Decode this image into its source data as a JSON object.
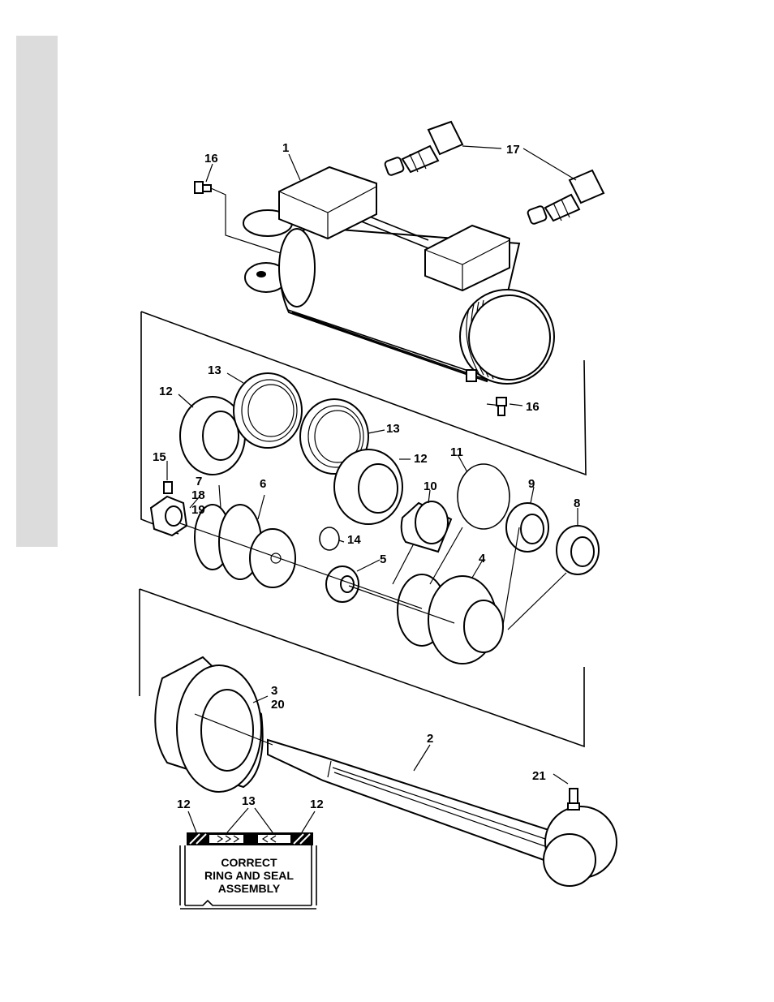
{
  "callouts": {
    "c1": "1",
    "c2": "2",
    "c3": "3",
    "c4": "4",
    "c5": "5",
    "c6": "6",
    "c7": "7",
    "c8": "8",
    "c9": "9",
    "c10": "10",
    "c11": "11",
    "c12a": "12",
    "c12b": "12",
    "c13a": "13",
    "c13b": "13",
    "c14": "14",
    "c15": "15",
    "c16a": "16",
    "c16b": "16",
    "c17": "17",
    "c18": "18",
    "c19": "19",
    "c20": "20",
    "c21": "21"
  },
  "inset": {
    "label_12_left": "12",
    "label_13": "13",
    "label_12_right": "12",
    "caption_line1": "CORRECT",
    "caption_line2": "RING AND SEAL",
    "caption_line3": "ASSEMBLY"
  }
}
